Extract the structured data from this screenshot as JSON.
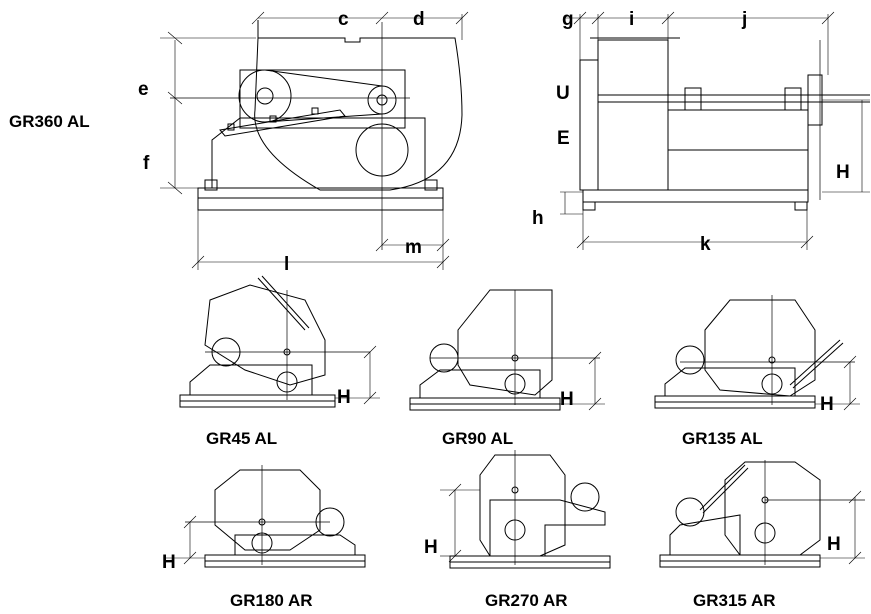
{
  "main": {
    "model": "GR360 AL",
    "dims": {
      "c": "c",
      "d": "d",
      "e": "e",
      "f": "f",
      "l": "l",
      "m": "m"
    }
  },
  "side": {
    "dims": {
      "g": "g",
      "i": "i",
      "j": "j",
      "U": "U",
      "E": "E",
      "H": "H",
      "h": "h",
      "k": "k"
    }
  },
  "variants": [
    {
      "caption": "GR45 AL",
      "h": "H"
    },
    {
      "caption": "GR90 AL",
      "h": "H"
    },
    {
      "caption": "GR135 AL",
      "h": "H"
    },
    {
      "caption": "GR180 AR",
      "h": "H"
    },
    {
      "caption": "GR270 AR",
      "h": "H"
    },
    {
      "caption": "GR315 AR",
      "h": "H"
    }
  ]
}
